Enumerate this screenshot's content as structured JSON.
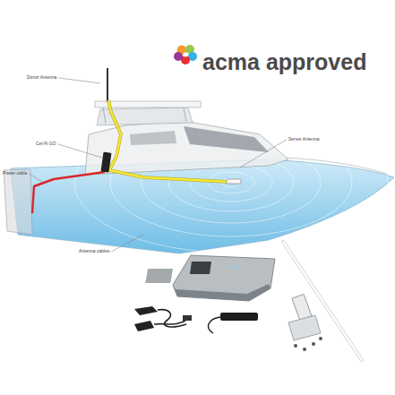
{
  "diagram": {
    "labels": [
      "acma approved",
      "Donor Antenna",
      "Cel-Fi GO",
      "Power cable",
      "Server Antenna",
      "Antenna cables"
    ]
  }
}
